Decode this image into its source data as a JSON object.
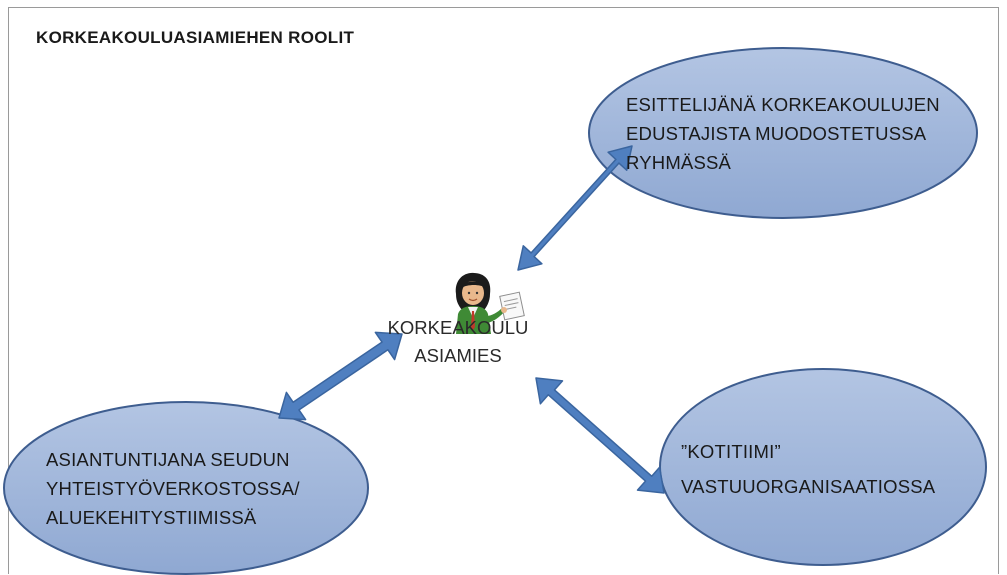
{
  "title": "KORKEAKOULUASIAMIEHEN ROOLIT",
  "center": {
    "line1": "KORKEAKOULU",
    "line2": "ASIAMIES"
  },
  "roles": {
    "top_right": {
      "line1": "ESITTELIJÄNÄ KORKEAKOULUJEN",
      "line2": "EDUSTAJISTA MUODOSTETUSSA",
      "line3": "RYHMÄSSÄ"
    },
    "bottom_left": {
      "line1": "ASIANTUNTIJANA SEUDUN",
      "line2": "YHTEISTYÖVERKOSTOSSA/",
      "line3": "ALUEKEHITYSTIIMISSÄ"
    },
    "bottom_right": {
      "line1": "”KOTITIIMI”",
      "line2": "VASTUUORGANISAATIOSSA"
    }
  },
  "colors": {
    "ellipse_fill": "#9db3d8",
    "ellipse_stroke": "#3e5d8f",
    "arrow_fill": "#4f7fc0",
    "arrow_stroke": "#3a659f"
  },
  "icons": {
    "center": "person-icon",
    "connectors": "double-arrow-icon"
  }
}
